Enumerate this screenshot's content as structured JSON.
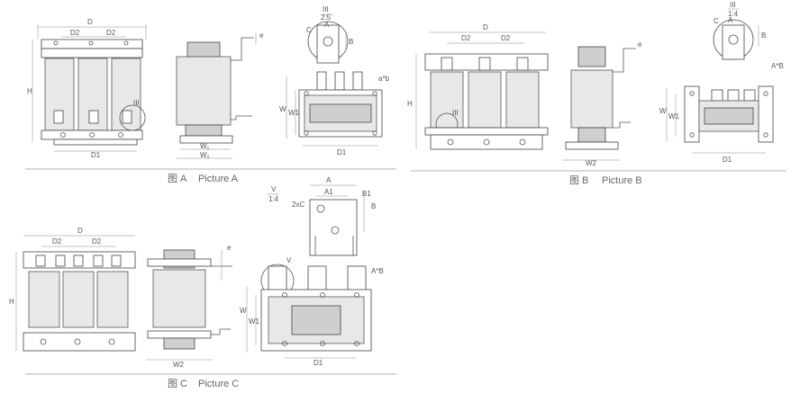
{
  "captions": {
    "a": {
      "cn": "图 A",
      "en": "Picture A"
    },
    "b": {
      "cn": "图 B",
      "en": "Picture B"
    },
    "c": {
      "cn": "图 C",
      "en": "Picture C"
    }
  },
  "labels": {
    "D": "D",
    "D2": "D2",
    "D1": "D1",
    "H": "H",
    "W": "W",
    "W1": "W1",
    "W2": "W2",
    "Wi": "W₁",
    "Wo": "W₂",
    "e": "e",
    "A": "A",
    "A1": "A1",
    "B": "B",
    "B1": "B1",
    "C": "C",
    "C2": "2xC",
    "aB": "a*b",
    "AB": "A*B",
    "III": "III",
    "V": "V",
    "scaleA": "2:5",
    "scaleB": "1:4",
    "scaleC": "1:4"
  }
}
